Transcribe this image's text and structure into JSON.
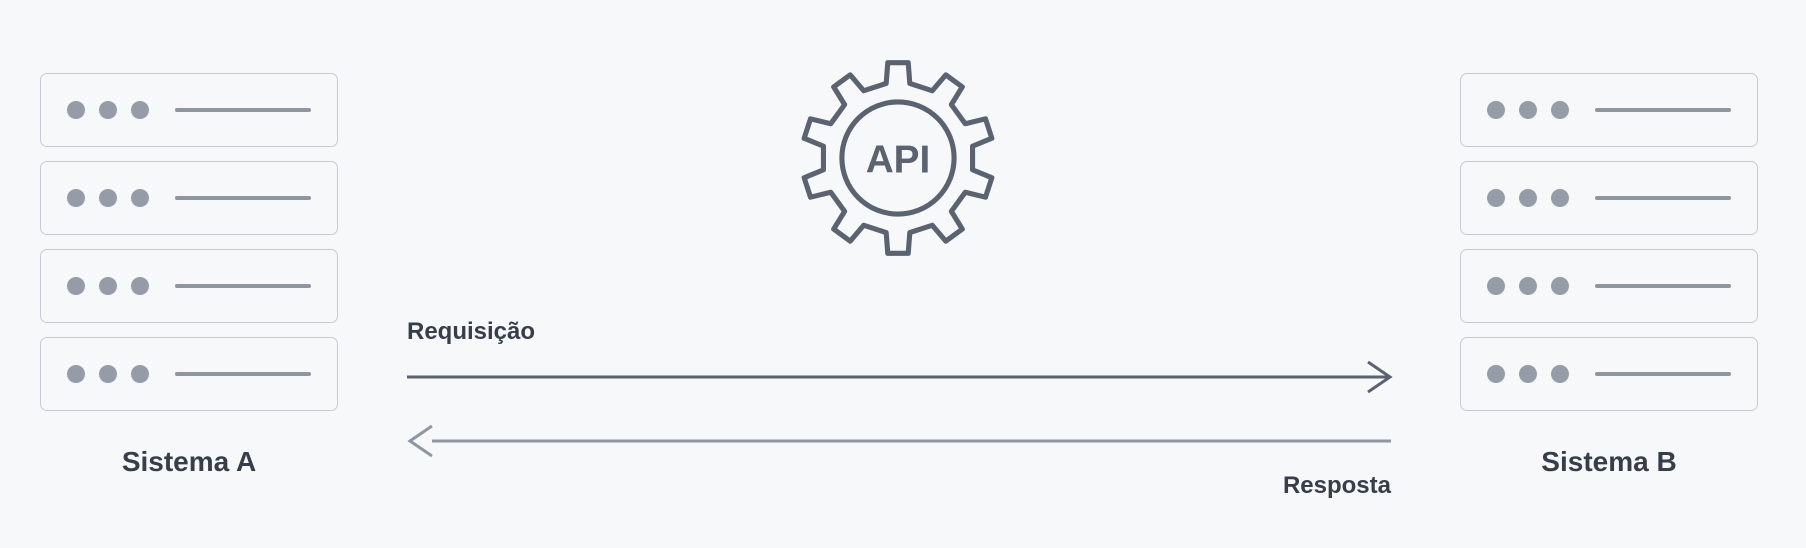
{
  "system_a": {
    "label": "Sistema A",
    "server_units": 4
  },
  "system_b": {
    "label": "Sistema B",
    "server_units": 4
  },
  "api": {
    "label": "API",
    "icon": "gear-icon"
  },
  "request": {
    "label": "Requisição",
    "direction": "Sistema A → Sistema B"
  },
  "response": {
    "label": "Resposta",
    "direction": "Sistema B → Sistema A"
  },
  "colors": {
    "background": "#f6f8fa",
    "stroke_dark": "#5b6270",
    "stroke_light": "#8f96a2",
    "text": "#383d4a",
    "server_border": "#c6cbd3"
  }
}
